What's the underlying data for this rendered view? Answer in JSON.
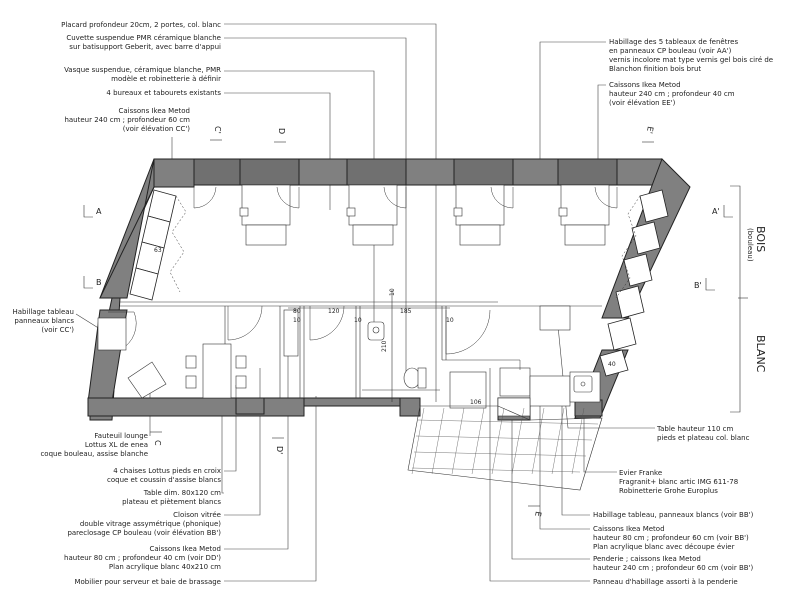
{
  "annotations_left": [
    {
      "id": "placard",
      "lines": [
        "Placard profondeur 20cm, 2 portes, col. blanc"
      ]
    },
    {
      "id": "cuvette",
      "lines": [
        "Cuvette suspendue PMR céramique blanche",
        "sur batisupport Geberit, avec barre d'appui"
      ]
    },
    {
      "id": "vasque",
      "lines": [
        "Vasque suspendue, céramique blanche, PMR",
        "modèle et robinetterie à définir"
      ]
    },
    {
      "id": "bureaux",
      "lines": [
        "4 bureaux et tabourets existants"
      ]
    },
    {
      "id": "caissons-haut",
      "lines": [
        "Caissons Ikea Metod",
        "hauteur 240 cm ; profondeur 60 cm",
        "(voir élévation CC')"
      ]
    },
    {
      "id": "habillage-cc",
      "lines": [
        "Habillage tableau",
        "panneaux blancs",
        "(voir CC')"
      ]
    },
    {
      "id": "fauteuil",
      "lines": [
        "Fauteuil lounge",
        "Lottus XL de enea",
        "coque bouleau, assise blanche"
      ]
    },
    {
      "id": "chaises",
      "lines": [
        "4 chaises Lottus pieds en croix",
        "coque et coussin d'assise blancs"
      ]
    },
    {
      "id": "table",
      "lines": [
        "Table dim. 80x120 cm",
        "plateau et piètement blancs"
      ]
    },
    {
      "id": "cloison",
      "lines": [
        "Cloison vitrée",
        "double vitrage assymétrique (phonique)",
        "pareclosage CP bouleau (voir élévation BB')"
      ]
    },
    {
      "id": "caissons-bas",
      "lines": [
        "Caissons Ikea Metod",
        "hauteur 80 cm ; profondeur 40 cm (voir DD')",
        "Plan acrylique blanc 40x210 cm"
      ]
    },
    {
      "id": "mobilier",
      "lines": [
        "Mobilier pour serveur et baie de brassage"
      ]
    }
  ],
  "annotations_right": [
    {
      "id": "habillage-fenetres",
      "lines": [
        "Habillage des 5 tableaux de fenêtres",
        "en panneaux CP bouleau (voir AA')",
        "vernis incolore mat type vernis gel bois ciré de",
        "Blanchon finition bois brut"
      ]
    },
    {
      "id": "caissons-ee",
      "lines": [
        "Caissons Ikea Metod",
        "hauteur 240 cm ; profondeur 40 cm",
        "(voir élévation EE')"
      ]
    },
    {
      "id": "table-haute",
      "lines": [
        "Table hauteur 110 cm",
        "pieds et plateau col. blanc"
      ]
    },
    {
      "id": "evier",
      "lines": [
        "Evier Franke",
        "Fragranit+ blanc artic IMG 611-78",
        "Robinetterie Grohe Europlus"
      ]
    },
    {
      "id": "habillage-bb",
      "lines": [
        "Habillage tableau, panneaux blancs (voir BB')"
      ]
    },
    {
      "id": "caissons-bb",
      "lines": [
        "Caissons Ikea Metod",
        "hauteur 80 cm ; profondeur 60 cm (voir BB')",
        "Plan acrylique blanc avec découpe évier"
      ]
    },
    {
      "id": "penderie",
      "lines": [
        "Penderie ; caissons Ikea Metod",
        "hauteur 240 cm ; profondeur 60 cm (voir BB')"
      ]
    },
    {
      "id": "panneau",
      "lines": [
        "Panneau d'habillage assorti à la penderie"
      ]
    }
  ],
  "section_marks": {
    "a": "A",
    "a_prime": "A'",
    "b": "B",
    "b_prime": "B'",
    "c_top": "C'",
    "c_bottom": "C",
    "d_top": "D",
    "d_bottom": "D'",
    "e_top": "E'",
    "e_bottom": "E"
  },
  "zones": {
    "bois": "BOIS",
    "bois_sub": "(bouleau)",
    "blanc": "BLANC"
  },
  "dimensions": {
    "d63": "63",
    "d80": "80",
    "d10a": "10",
    "d120": "120",
    "d10b": "10",
    "d185": "185",
    "d10c": "10",
    "d10v": "10",
    "d210": "210",
    "d106": "106",
    "d40": "40"
  },
  "colors": {
    "wall": "#808080",
    "line": "#333333"
  }
}
